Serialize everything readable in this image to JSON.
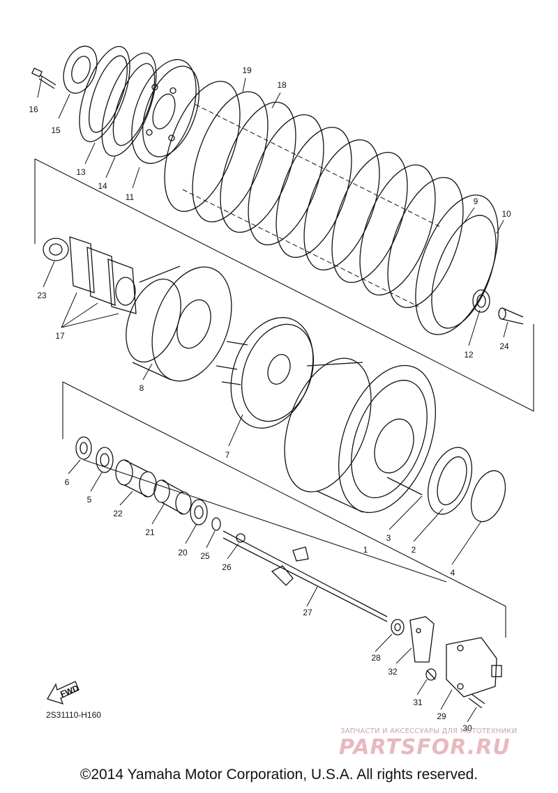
{
  "diagram": {
    "part_numbers": [
      "1",
      "2",
      "3",
      "4",
      "5",
      "6",
      "7",
      "8",
      "9",
      "10",
      "11",
      "12",
      "13",
      "14",
      "15",
      "16",
      "17",
      "18",
      "19",
      "20",
      "21",
      "22",
      "23",
      "24",
      "25",
      "26",
      "27",
      "28",
      "29",
      "30",
      "31",
      "32"
    ],
    "diagram_code": "2S31110-H160",
    "fwd_label": "FWD"
  },
  "footer": {
    "copyright": "©2014 Yamaha Motor Corporation, U.S.A. All rights reserved."
  },
  "watermark": {
    "caption": "ЗАПЧАСТИ И АКСЕССУАРЫ ДЛЯ МОТОТЕХНИКИ",
    "logo": "PARTSFOR.RU"
  }
}
